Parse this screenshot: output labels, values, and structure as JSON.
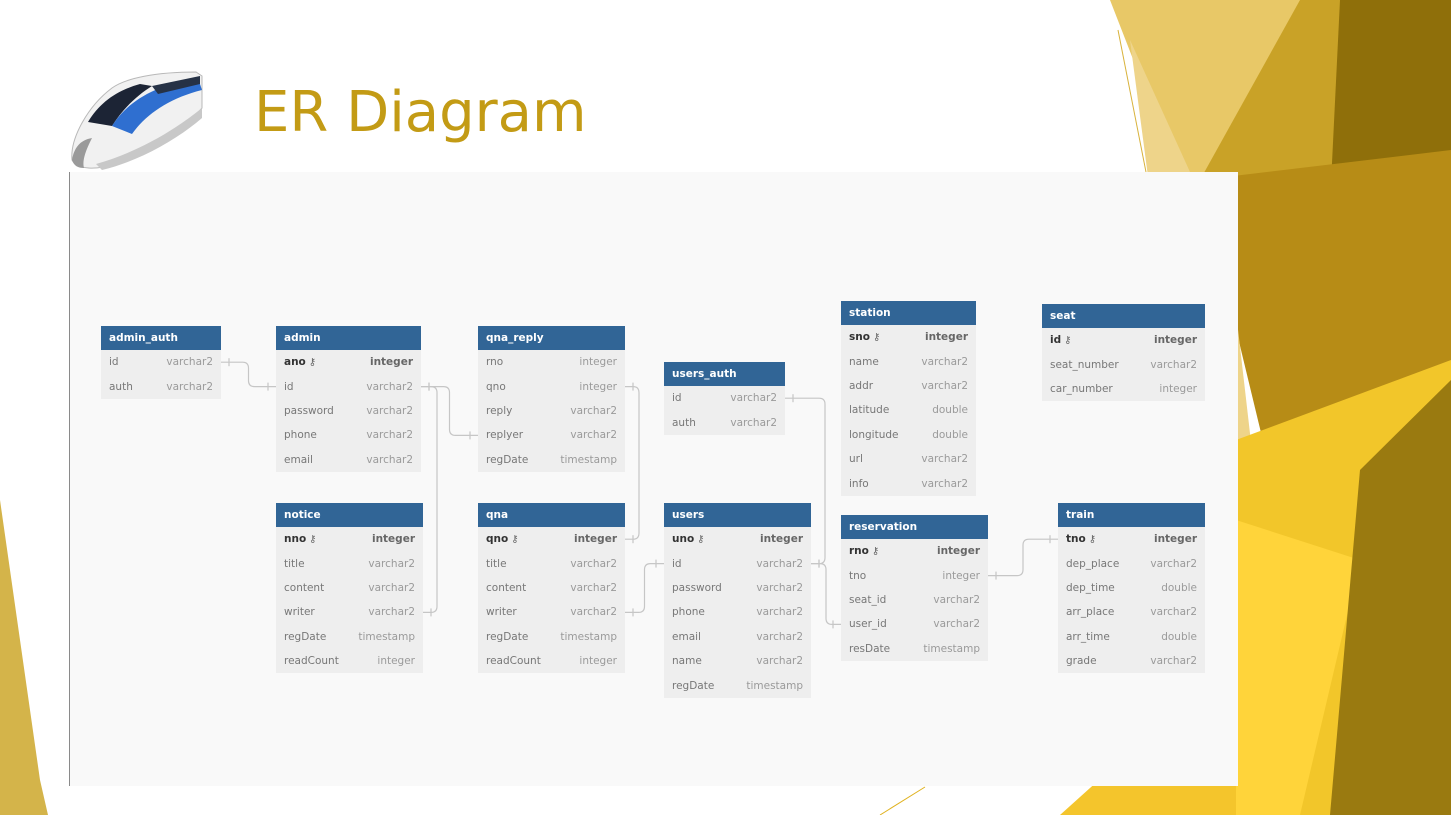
{
  "slide": {
    "title": "ER Diagram"
  },
  "colors": {
    "title": "#c39b15",
    "table_header": "#316596",
    "table_body": "#eeeeee",
    "canvas": "#f9f9f9",
    "accent_gold": "#e0b21f"
  },
  "tables": [
    {
      "name": "admin_auth",
      "fields": [
        {
          "name": "id",
          "type": "varchar2",
          "pk": false
        },
        {
          "name": "auth",
          "type": "varchar2",
          "pk": false
        }
      ]
    },
    {
      "name": "admin",
      "fields": [
        {
          "name": "ano",
          "type": "integer",
          "pk": true
        },
        {
          "name": "id",
          "type": "varchar2",
          "pk": false
        },
        {
          "name": "password",
          "type": "varchar2",
          "pk": false
        },
        {
          "name": "phone",
          "type": "varchar2",
          "pk": false
        },
        {
          "name": "email",
          "type": "varchar2",
          "pk": false
        }
      ]
    },
    {
      "name": "qna_reply",
      "fields": [
        {
          "name": "rno",
          "type": "integer",
          "pk": false
        },
        {
          "name": "qno",
          "type": "integer",
          "pk": false
        },
        {
          "name": "reply",
          "type": "varchar2",
          "pk": false
        },
        {
          "name": "replyer",
          "type": "varchar2",
          "pk": false
        },
        {
          "name": "regDate",
          "type": "timestamp",
          "pk": false
        }
      ]
    },
    {
      "name": "users_auth",
      "fields": [
        {
          "name": "id",
          "type": "varchar2",
          "pk": false
        },
        {
          "name": "auth",
          "type": "varchar2",
          "pk": false
        }
      ]
    },
    {
      "name": "station",
      "fields": [
        {
          "name": "sno",
          "type": "integer",
          "pk": true
        },
        {
          "name": "name",
          "type": "varchar2",
          "pk": false
        },
        {
          "name": "addr",
          "type": "varchar2",
          "pk": false
        },
        {
          "name": "latitude",
          "type": "double",
          "pk": false
        },
        {
          "name": "longitude",
          "type": "double",
          "pk": false
        },
        {
          "name": "url",
          "type": "varchar2",
          "pk": false
        },
        {
          "name": "info",
          "type": "varchar2",
          "pk": false
        }
      ]
    },
    {
      "name": "seat",
      "fields": [
        {
          "name": "id",
          "type": "integer",
          "pk": true
        },
        {
          "name": "seat_number",
          "type": "varchar2",
          "pk": false
        },
        {
          "name": "car_number",
          "type": "integer",
          "pk": false
        }
      ]
    },
    {
      "name": "notice",
      "fields": [
        {
          "name": "nno",
          "type": "integer",
          "pk": true
        },
        {
          "name": "title",
          "type": "varchar2",
          "pk": false
        },
        {
          "name": "content",
          "type": "varchar2",
          "pk": false
        },
        {
          "name": "writer",
          "type": "varchar2",
          "pk": false
        },
        {
          "name": "regDate",
          "type": "timestamp",
          "pk": false
        },
        {
          "name": "readCount",
          "type": "integer",
          "pk": false
        }
      ]
    },
    {
      "name": "qna",
      "fields": [
        {
          "name": "qno",
          "type": "integer",
          "pk": true
        },
        {
          "name": "title",
          "type": "varchar2",
          "pk": false
        },
        {
          "name": "content",
          "type": "varchar2",
          "pk": false
        },
        {
          "name": "writer",
          "type": "varchar2",
          "pk": false
        },
        {
          "name": "regDate",
          "type": "timestamp",
          "pk": false
        },
        {
          "name": "readCount",
          "type": "integer",
          "pk": false
        }
      ]
    },
    {
      "name": "users",
      "fields": [
        {
          "name": "uno",
          "type": "integer",
          "pk": true
        },
        {
          "name": "id",
          "type": "varchar2",
          "pk": false
        },
        {
          "name": "password",
          "type": "varchar2",
          "pk": false
        },
        {
          "name": "phone",
          "type": "varchar2",
          "pk": false
        },
        {
          "name": "email",
          "type": "varchar2",
          "pk": false
        },
        {
          "name": "name",
          "type": "varchar2",
          "pk": false
        },
        {
          "name": "regDate",
          "type": "timestamp",
          "pk": false
        }
      ]
    },
    {
      "name": "reservation",
      "fields": [
        {
          "name": "rno",
          "type": "integer",
          "pk": true
        },
        {
          "name": "tno",
          "type": "integer",
          "pk": false
        },
        {
          "name": "seat_id",
          "type": "varchar2",
          "pk": false
        },
        {
          "name": "user_id",
          "type": "varchar2",
          "pk": false
        },
        {
          "name": "resDate",
          "type": "timestamp",
          "pk": false
        }
      ]
    },
    {
      "name": "train",
      "fields": [
        {
          "name": "tno",
          "type": "integer",
          "pk": true
        },
        {
          "name": "dep_place",
          "type": "varchar2",
          "pk": false
        },
        {
          "name": "dep_time",
          "type": "double",
          "pk": false
        },
        {
          "name": "arr_place",
          "type": "varchar2",
          "pk": false
        },
        {
          "name": "arr_time",
          "type": "double",
          "pk": false
        },
        {
          "name": "grade",
          "type": "varchar2",
          "pk": false
        }
      ]
    }
  ],
  "relations": [
    {
      "from": "admin_auth.id",
      "to": "admin.id"
    },
    {
      "from": "admin.id",
      "to": "qna_reply.replyer"
    },
    {
      "from": "admin.id",
      "to": "notice.writer"
    },
    {
      "from": "qna_reply.qno",
      "to": "qna.qno"
    },
    {
      "from": "qna.writer",
      "to": "users.id"
    },
    {
      "from": "users_auth.id",
      "to": "users.id"
    },
    {
      "from": "users.id",
      "to": "reservation.user_id"
    },
    {
      "from": "reservation.tno",
      "to": "train.tno"
    }
  ]
}
